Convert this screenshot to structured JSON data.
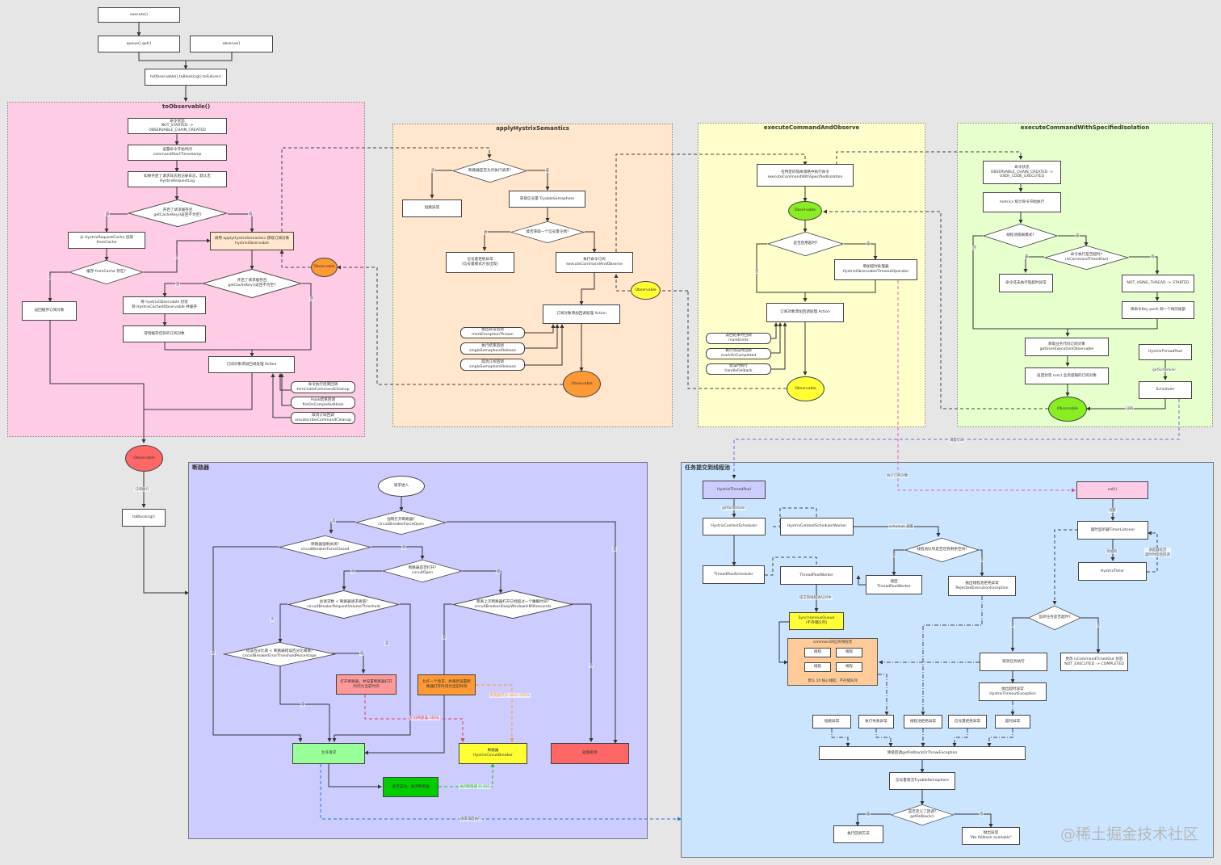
{
  "top": {
    "execute": "execute()",
    "queue_get": "queue().get()",
    "observe": "observe()",
    "to_observable_chain": "toObservable().toBlocking().toFuture()"
  },
  "groups": {
    "to_observable": {
      "title": "toObservable()",
      "color": "#ffcce6"
    },
    "apply_hystrix_semantics": {
      "title": "applyHystrixSemantics",
      "color": "#ffe6cc"
    },
    "execute_command_and_observe": {
      "title": "executeCommandAndObserve",
      "color": "#ffffcc"
    },
    "execute_command_with_specified_isolation": {
      "title": "executeCommandWithSpecifiedIsolation",
      "color": "#e6ffcc"
    },
    "circuit_breaker": {
      "title": "断路器",
      "color": "#ccccff"
    },
    "thread_pool": {
      "title": "任务提交到线程池",
      "color": "#cce5ff"
    }
  },
  "to_observable": {
    "state_change": "命令状态\nNOT_STARTED ->\nOBSERVABLE_CHAIN_CREATED",
    "start_timestamp": "设置命令开始时间\ncommandStartTimestamp",
    "request_log": "如果开启了请求日志则记录日志，默认无\nHystrixRequestLog",
    "cache_enabled_q": "开启了请求缓存且\ngetCacheKey()返回不为空?",
    "from_cache": "从 HystrixRequestCache 读取\nfromCache",
    "call_apply": "调用 applyHystrixSemantics 获取订阅对象\nhystrixObservable",
    "cache_exists_q": "缓存 fromCache 存在?",
    "return_cached": "返回缓存订阅对象",
    "cache_enabled_q2": "开启了请求缓存且\ngetCacheKey()返回不为空?",
    "wrap_cached": "将 hystrixObservable 封装\n到 HystrixCachedObservable 并缓存",
    "get_cached_sub": "得到缓存包装的订阅对象",
    "add_action": "订阅对象添加回调处理 Action",
    "cb_terminate": "命令执行结束回调\nterminateCommandCleanup",
    "cb_hook": "Hook结束回调\nfireOnCompletedHook",
    "cb_unsubscribe": "取消订阅回调\nunsubscribeCommandCleanup",
    "observable": "Observable",
    "yes": "是",
    "no": "否"
  },
  "apply": {
    "allow_q": "断路器是否允许执行请求?",
    "short_circuit": "短路异常",
    "get_semaphore": "获取信号量 TryableSemaphore",
    "acquire_q": "能否获取一个信号量令牌?",
    "semaphore_reject": "信号量拒绝异常\n(信号量模式才会出现)",
    "exec_subscribe": "执行命令订阅\nexecuteCommandAndObserve",
    "add_action": "订阅对象添加回调处理 Action",
    "cb_exception": "抛出异常回调\nmarkExceptionThrown",
    "cb_release1": "执行结束回调\nsingleSemaphoreRelease",
    "cb_release2": "取消订阅回调\nsingleSemaphoreRelease",
    "observable_orange": "Observable",
    "observable_yellow": "Observable"
  },
  "exec_observe": {
    "exec_isolation": "在特定的隔离策略中执行命令\nexecuteCommandWithSpecifiedIsolation",
    "observable_green": "Observable",
    "timeout_q": "是否启用超时?",
    "timeout_op": "增加超时处理器\nHystrixObservableTimeoutOperator",
    "add_action": "订阅对象添加回调处理 Action",
    "cb_emits": "返回结果时回调\nmarkEmits",
    "cb_completed": "执行完成时回调\nmarkOnCompleted",
    "cb_fallback": "错误时执行\nhandleFallback",
    "observable_yellow": "Observable"
  },
  "isolation": {
    "state_change": "命令状态\nOBSERVABLE_CHAIN_CREATED ->\nUSER_CODE_EXECUTED",
    "metrics": "metrics 统计命令开始执行",
    "thread_mode_q": "线程池隔离模式?",
    "timed_out_q": "命令执行是否超时?\n(isCommandTimedOut)",
    "timeout_exc": "命令还未执行就超时异常",
    "not_using_thread": "NOT_USING_THREAD -> STARTED",
    "push_key": "将命令Key push 到一个栈的尾部",
    "get_user_obs": "获取业务代码订阅对象\ngetUserExecutionObservable",
    "return_run": "返回封装 run() 业务逻辑的订阅对象",
    "thread_pool": "HystrixThreadPool",
    "get_scheduler": "getScheduler",
    "scheduler": "Scheduler",
    "observable_green": "Observable",
    "subscribe": "订阅"
  },
  "left_chain": {
    "observable_red": "Observable",
    "subscribe_exec": "订阅执行",
    "to_blocking": "toBlocking()"
  },
  "circuit": {
    "request_in": "请求进入",
    "force_open_q": "强制打开断路器?\ncircuitBreakerForceOpen",
    "force_closed_q": "断路器强制关闭?\ncircuitBreakerForceClosed",
    "open_q": "断路器是否打开?\ncircuitOpen",
    "volume_q": "总请求数 < 断路器请求阈值?\ncircuitBreakerRequestVolumeThreshold",
    "sleep_q": "距离上次断路器打开已经超过一个睡眠时间?\ncircuitBreakerSleepWindowInMilliseconds",
    "error_q": "错误百分比率 < 断路器错误百分比阈值?\ncircuitBreakerErrorThresholdPercentage",
    "open_breaker": "打开断路器，并设置断路器打开\n时间为当前时间",
    "allow_one": "允许一个请求，并重新设置断\n路器打开时间为当前时间",
    "allow_request": "允许请求",
    "breaker": "断路器\nHystrixCircuitBreaker",
    "short": "短路拒绝",
    "success_close": "请求成功，关闭断路器",
    "label_open": "打开断路器 OPEN",
    "label_half_open": "断路器半开 HALF-OPEN",
    "label_close": "关闭断路器 CLOSE",
    "label_exec": "请求调度执行",
    "yes": "是",
    "no": "否"
  },
  "pool": {
    "hystrix_thread_pool": "HystrixThreadPool",
    "get_scheduler": "getScheduler",
    "context_scheduler": "HystrixContextScheduler",
    "context_worker": "HystrixContextSchedulerWorker",
    "schedule": "schedule 调度",
    "queue_space_q": "线程池队列是否还有剩余空间?",
    "tp_scheduler": "ThreadPoolScheduler",
    "tp_worker": "ThreadPoolWorker",
    "schedule_worker": "调度\nThreadPoolWorker",
    "rejected": "抛出线程池拒绝异常\nRejectedExecutionException",
    "submit_queue": "提交到线程池队列中",
    "sync_queue": "SynchronousQueue\n(不存储队列)",
    "pool_title": "command对应的线程池",
    "threads": [
      "线程",
      "线程",
      "线程",
      "线程"
    ],
    "pool_note": "默认 10 核心线程，不存储队列",
    "call": "call()",
    "subscribe_object": "执行订阅对象",
    "create": "创建",
    "timer_listener": "超时监听器TimerListener",
    "add_to": "添加到",
    "hystrix_timer": "HystrixTimer",
    "timer_note": "调度器延迟\n超时时间后回调",
    "task_timeout_q": "监听任务是否超时?",
    "cancel_task": "取消任务执行",
    "set_timed_out": "更改 isCommandTimedOut 状态\nNOT_EXECUTED -> COMPLETED",
    "throw_timeout": "抛出超时异常\nHystrixTimeoutException",
    "exc_short": "短路异常",
    "exc_exec": "执行失败异常",
    "exc_pool": "线程池拒绝异常",
    "exc_sem": "信号量拒绝异常",
    "exc_timeout": "超时异常",
    "fallback": "降级回调getFallbackOrThrowException",
    "fallback_sem": "信号量限流TryableSemaphore",
    "fallback_q": "是否定义了回调?\ngetFallback()",
    "run_fallback": "执行回调方法",
    "no_fallback": "抛出异常\n\"No fallback available\"",
    "sched_subscribe": "调度订阅",
    "yes": "是",
    "no": "否"
  },
  "watermark": "@稀土掘金技术社区"
}
